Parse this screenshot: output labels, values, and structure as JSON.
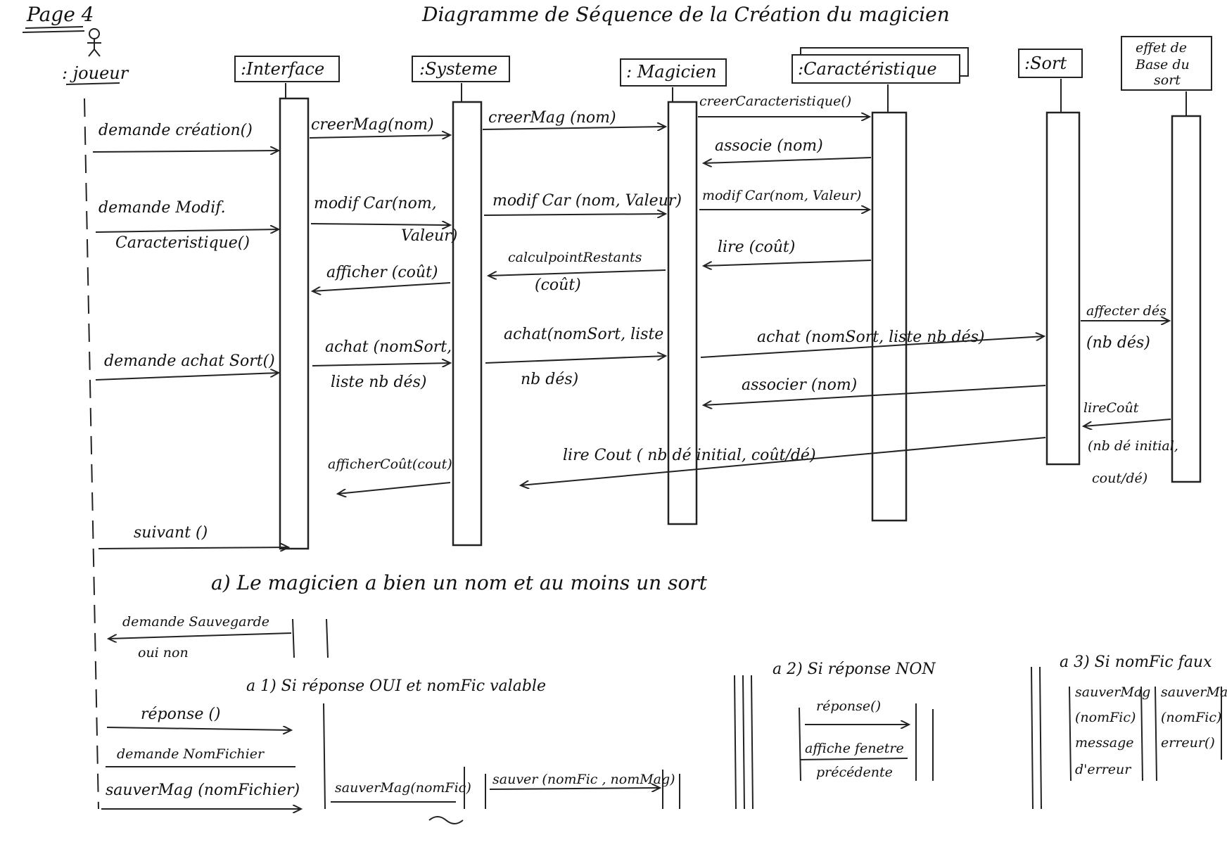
{
  "page_label": "Page 4",
  "title": "Diagramme de Séquence de la Création du magicien",
  "actor": {
    "label": ": joueur"
  },
  "lifelines": {
    "interface": ":Interface",
    "systeme": ":Systeme",
    "magicien": ": Magicien",
    "caracteristique": ":Caractéristique",
    "sort": ":Sort",
    "effet_line1": "effet de",
    "effet_line2": "Base du",
    "effet_line3": "sort"
  },
  "messages": {
    "m1": "demande création()",
    "m2": "creerMag(nom)",
    "m3": "creerMag (nom)",
    "m4": "creerCaracteristique()",
    "m5": "associe (nom)",
    "m6_line1": "demande Modif.",
    "m6_line2": "Caracteristique()",
    "m7_line1": "modif Car(nom,",
    "m7_line2": "Valeur)",
    "m8": "modif Car (nom, Valeur)",
    "m9": "modif Car(nom, Valeur)",
    "m10": "lire (coût)",
    "m11_line1": "calculpointRestants",
    "m11_line2": "(coût)",
    "m12": "afficher (coût)",
    "m13": "demande achat Sort()",
    "m14_line1": "achat (nomSort,",
    "m14_line2": "liste nb dés)",
    "m15_line1": "achat(nomSort, liste",
    "m15_line2": "nb dés)",
    "m16": "achat (nomSort, liste nb dés)",
    "m17_line1": "affecter dés",
    "m17_line2": "(nb dés)",
    "m18": "associer (nom)",
    "m19": "lireCoût",
    "m20_line1": "(nb dé initial,",
    "m20_line2": "cout/dé)",
    "m21": "lire Cout ( nb dé initial, coût/dé)",
    "m22": "afficherCoût(cout)",
    "m23": "suivant ()"
  },
  "section_a": "a) Le magicien a bien un nom et au moins un sort",
  "fragment_top": {
    "m1": "demande Sauvegarde",
    "m2": "oui non"
  },
  "section_a1": {
    "heading": "a 1) Si réponse OUI et nomFic valable",
    "m1": "réponse ()",
    "m2": "demande NomFichier",
    "m3": "sauverMag (nomFichier)",
    "m4": "sauverMag(nomFic)",
    "m5": "sauver (nomFic , nomMag)"
  },
  "section_a2": {
    "heading": "a 2) Si réponse NON",
    "m1": "réponse()",
    "m2": "affiche fenetre",
    "m3": "précédente"
  },
  "section_a3": {
    "heading": "a 3) Si nomFic faux",
    "c1_line1": "sauverMag",
    "c1_line2": "(nomFic)",
    "c1_line3": "message",
    "c1_line4": "d'erreur",
    "c2_line1": "sauverMag",
    "c2_line2": "(nomFic)",
    "c2_line3": "erreur()"
  }
}
